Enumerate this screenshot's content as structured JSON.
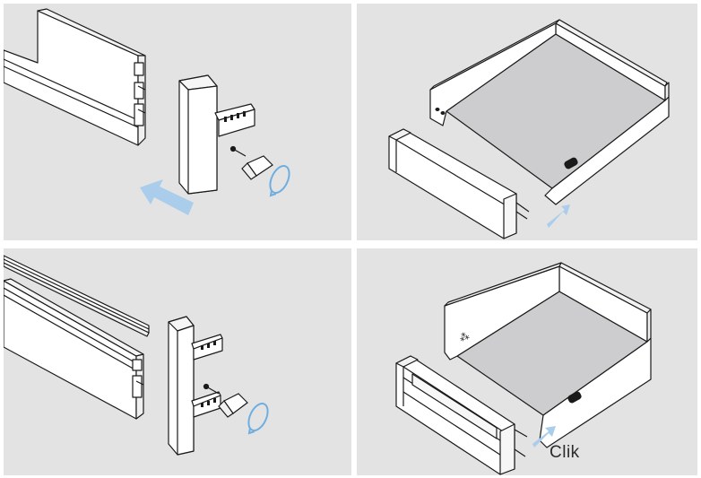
{
  "colors": {
    "panel_bg": "#e3e3e3",
    "part_fill": "#ffffff",
    "outline": "#1a1a1a",
    "drawer_bottom": "#cdcdd0",
    "arrow": "#a9cdea",
    "rotate_icon": "#6faee0"
  },
  "panels": [
    {
      "id": "top-left-step",
      "icons": [
        "side-profile",
        "back-bracket",
        "screw",
        "rotate-icon",
        "push-arrow"
      ]
    },
    {
      "id": "top-right-step",
      "icons": [
        "drawer-box",
        "front-panel",
        "push-arrow"
      ]
    },
    {
      "id": "bottom-left-step",
      "icons": [
        "gallery-rail",
        "side-profile",
        "back-bracket",
        "screw",
        "rotate-icon"
      ]
    },
    {
      "id": "bottom-right-step",
      "icons": [
        "drawer-box",
        "front-panel",
        "push-arrow"
      ]
    }
  ],
  "labels": {
    "clik": "Clik"
  }
}
